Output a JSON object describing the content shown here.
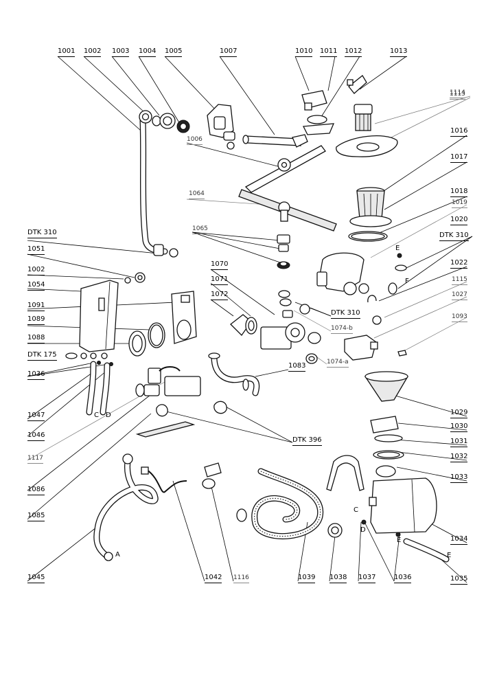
{
  "labels": {
    "p1001": "1001",
    "p1002": "1002",
    "p1003": "1003",
    "p1004": "1004",
    "p1005": "1005",
    "p1007": "1007",
    "p1010": "1010",
    "p1011": "1011",
    "p1012": "1012",
    "p1013": "1013",
    "p1114": "1114",
    "p1113": "1113",
    "p1016": "1016",
    "p1017": "1017",
    "p1018": "1018",
    "p1019": "1019",
    "p1020": "1020",
    "dtk310a": "DTK 310",
    "p1022": "1022",
    "p1115": "1115",
    "p1027": "1027",
    "p1093": "1093",
    "p1006": "1006",
    "p1064": "1064",
    "p1065": "1065",
    "dtk310b": "DTK 310",
    "p1051": "1051",
    "p1002b": "1002",
    "p1054": "1054",
    "p1091": "1091",
    "p1089": "1089",
    "p1088": "1088",
    "dtk175": "DTK 175",
    "p1036a": "1036",
    "p1070": "1070",
    "p1071": "1071",
    "p1072": "1072",
    "dtk310c": "DTK 310",
    "p1074b": "1074-b",
    "p1074a": "1074-a",
    "p1083": "1083",
    "p1047": "1047",
    "p1046": "1046",
    "p1117": "1117",
    "p1086": "1086",
    "p1085": "1085",
    "dtk396": "DTK 396",
    "p1029": "1029",
    "p1030": "1030",
    "p1031": "1031",
    "p1032": "1032",
    "p1033": "1033",
    "p1034": "1034",
    "p1035": "1035",
    "p1045": "1045",
    "p1042": "1042",
    "p1116": "1116",
    "p1039": "1039",
    "p1038": "1038",
    "p1037": "1037",
    "p1036b": "1036"
  },
  "markers": {
    "c1": "C",
    "d1": "D",
    "a": "A",
    "e1": "E",
    "f": "F",
    "c2": "C",
    "d2": "D",
    "e2": "E",
    "e3": "E"
  }
}
